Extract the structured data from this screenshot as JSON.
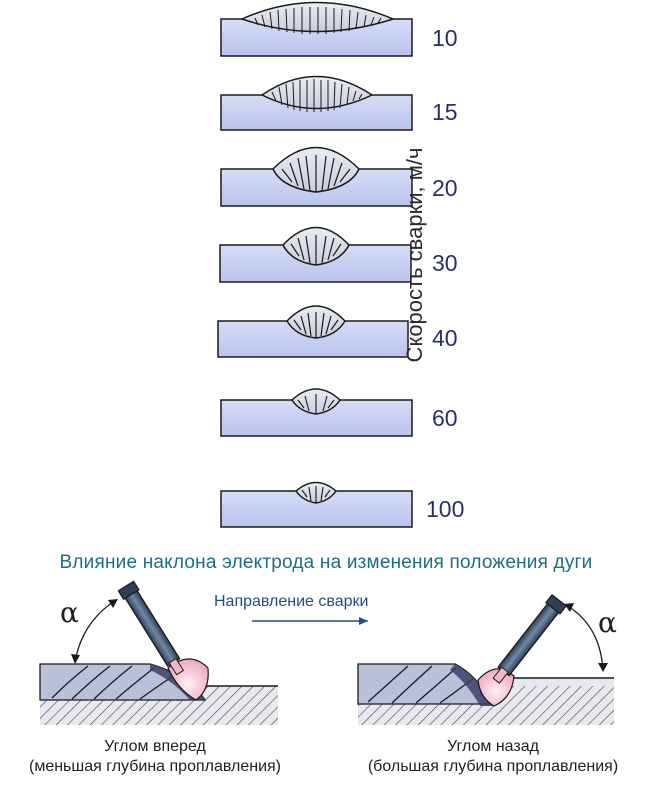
{
  "speeds": [
    "10",
    "15",
    "20",
    "30",
    "40",
    "60",
    "100"
  ],
  "axis_title": "Скорость сварки, м/ч",
  "title": "Влияние наклона электрода на изменения положения дуги",
  "direction_label": "Направление сварки",
  "alpha_symbol": "α",
  "left_caption": {
    "line1": "Углом вперед",
    "line2": "(меньшая глубина проплавления)"
  },
  "right_caption": {
    "line1": "Углом назад",
    "line2": "(большая глубина проплавления)"
  },
  "colors": {
    "plate": "#c9d2f1",
    "stroke": "#1a1a1a",
    "label": "#2a2f6b",
    "title": "#1d6d86",
    "arc": "#f4c6d4"
  }
}
